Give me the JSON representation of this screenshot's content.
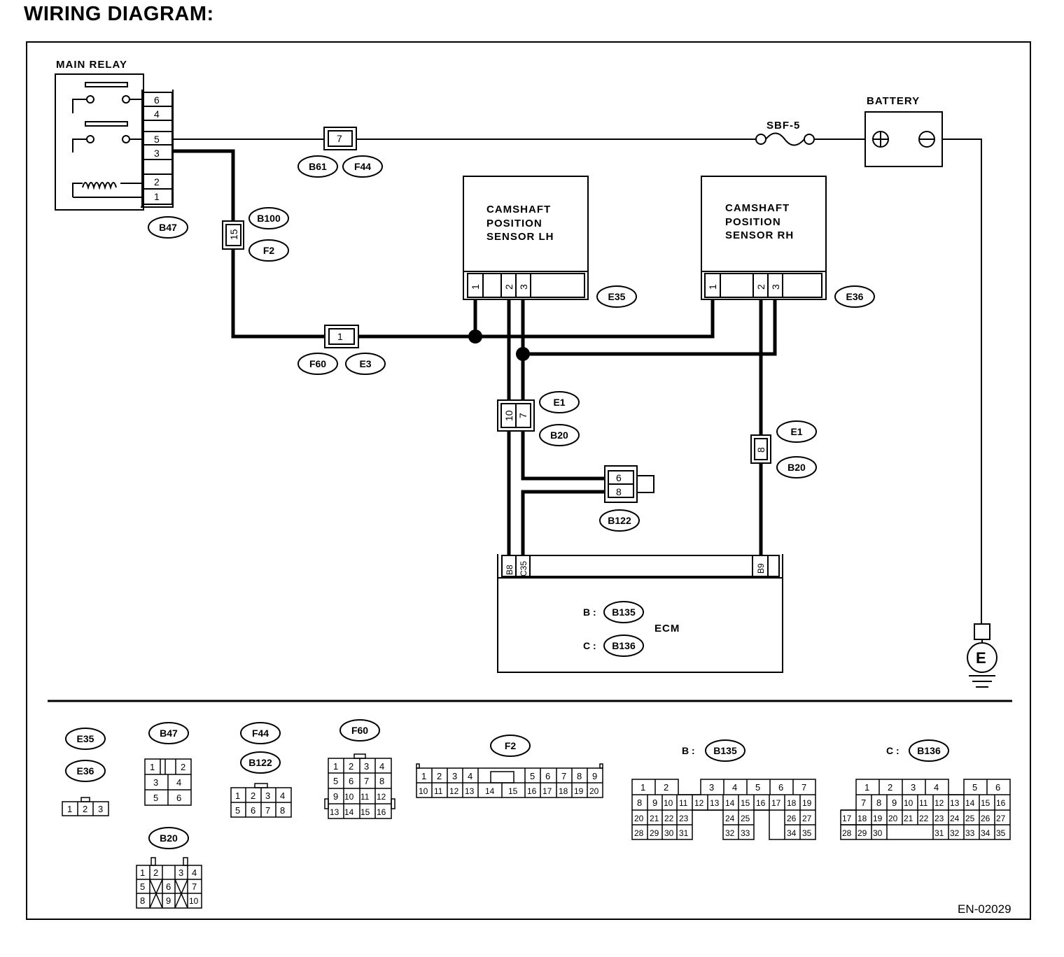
{
  "title": "WIRING DIAGRAM:",
  "figure_id": "EN-02029",
  "components": {
    "main_relay": "MAIN RELAY",
    "battery": "BATTERY",
    "fuse": "SBF-5",
    "cam_lh": [
      "CAMSHAFT",
      "POSITION",
      "SENSOR LH"
    ],
    "cam_rh": [
      "CAMSHAFT",
      "POSITION",
      "SENSOR RH"
    ],
    "ecm": "ECM",
    "ecm_b_prefix": "B :",
    "ecm_c_prefix": "C :",
    "ground": "E"
  },
  "connectors": {
    "B47": "B47",
    "B61": "B61",
    "F44": "F44",
    "B100": "B100",
    "F2": "F2",
    "F60": "F60",
    "E3": "E3",
    "E35": "E35",
    "E36": "E36",
    "E1": "E1",
    "B20": "B20",
    "B122": "B122",
    "B135": "B135",
    "B136": "B136"
  },
  "pins": {
    "relay": [
      "6",
      "4",
      "5",
      "3",
      "2",
      "1"
    ],
    "b61_f44": "7",
    "b100_f2": "15",
    "f60_e3": "1",
    "e35": [
      "1",
      "2",
      "3"
    ],
    "e36": [
      "1",
      "2",
      "3"
    ],
    "e1_b20_lh": [
      "10",
      "7"
    ],
    "e1_b20_rh": "8",
    "b122": [
      "6",
      "8"
    ],
    "ecm": [
      "B8",
      "C35",
      "B9"
    ]
  },
  "legend": {
    "e35_e36_grid": [
      [
        "1",
        "2",
        "3"
      ]
    ],
    "b47_grid": [
      [
        "1",
        "",
        "2"
      ],
      [
        "3",
        "4"
      ],
      [
        "5",
        "6"
      ]
    ],
    "f44_b122_grid": [
      [
        "1",
        "2",
        "3",
        "4"
      ],
      [
        "5",
        "6",
        "7",
        "8"
      ]
    ],
    "f60_grid": [
      [
        "1",
        "2",
        "3",
        "4"
      ],
      [
        "5",
        "6",
        "7",
        "8"
      ],
      [
        "9",
        "10",
        "11",
        "12"
      ],
      [
        "13",
        "14",
        "15",
        "16"
      ]
    ],
    "f2_grid": [
      [
        "1",
        "2",
        "3",
        "4",
        "",
        "5",
        "6",
        "7",
        "8",
        "9"
      ],
      [
        "10",
        "11",
        "12",
        "13",
        "14",
        "15",
        "16",
        "17",
        "18",
        "19",
        "20"
      ]
    ],
    "b20_grid": [
      [
        "1",
        "2",
        "",
        "3",
        "4"
      ],
      [
        "5",
        "",
        "6",
        "",
        "7"
      ],
      [
        "8",
        "",
        "9",
        "",
        "10"
      ]
    ],
    "b135_title_prefix": "B :",
    "b136_title_prefix": "C :",
    "b135_grid": [
      [
        "1",
        "2",
        "",
        "3",
        "4",
        "5",
        "6",
        "7"
      ],
      [
        "8",
        "9",
        "10",
        "11",
        "12",
        "13",
        "14",
        "15",
        "16",
        "17",
        "18",
        "19"
      ],
      [
        "20",
        "21",
        "22",
        "23",
        "",
        "24",
        "25",
        "",
        "26",
        "27"
      ],
      [
        "28",
        "29",
        "30",
        "31",
        "",
        "32",
        "33",
        "",
        "34",
        "35"
      ]
    ],
    "b136_grid": [
      [
        "1",
        "2",
        "3",
        "4",
        "",
        "5",
        "6"
      ],
      [
        "7",
        "8",
        "9",
        "10",
        "11",
        "12",
        "13",
        "14",
        "15",
        "16"
      ],
      [
        "17",
        "18",
        "19",
        "20",
        "21",
        "22",
        "23",
        "24",
        "25",
        "26",
        "27"
      ],
      [
        "28",
        "29",
        "30",
        "",
        "31",
        "32",
        "33",
        "34",
        "35"
      ]
    ]
  },
  "colors": {
    "ink": "#000000",
    "paper": "#ffffff"
  }
}
